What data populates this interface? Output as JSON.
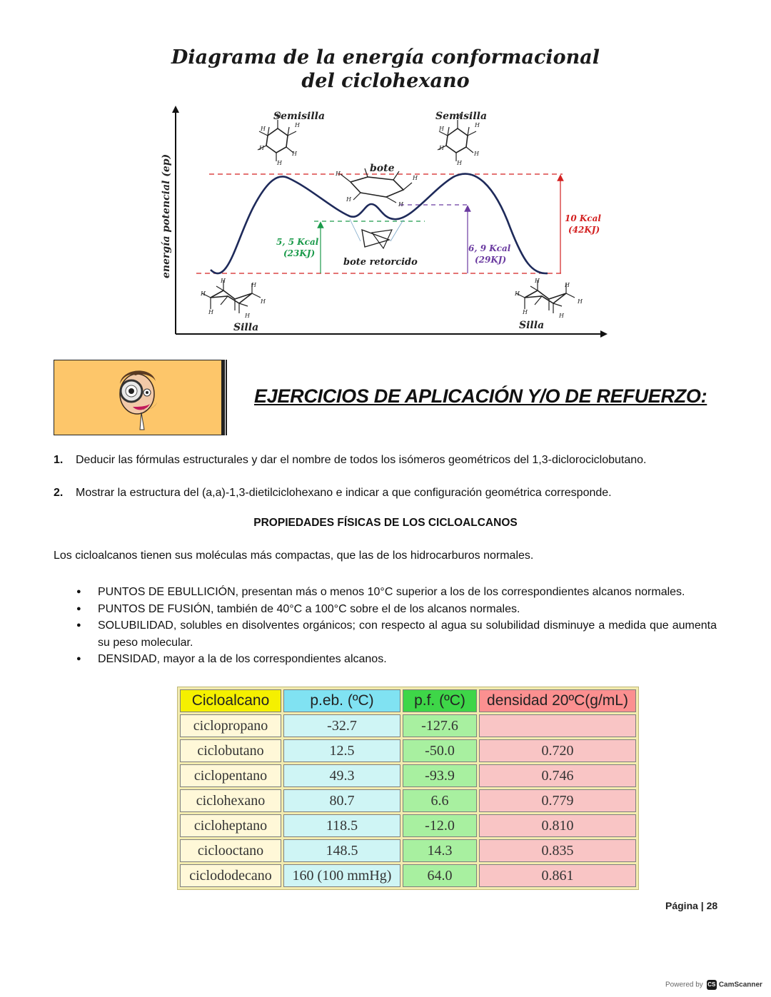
{
  "diagram": {
    "title_line1": "Diagrama de la energía conformacional",
    "title_line2": "del ciclohexano",
    "y_axis_label": "energía potencial (ep)",
    "labels": {
      "semisilla_left": "Semisilla",
      "semisilla_right": "Semisilla",
      "bote": "bote",
      "bote_retorcido": "bote retorcido",
      "silla_left": "Silla",
      "silla_right": "Silla"
    },
    "energies": {
      "green_value": "5, 5 Kcal",
      "green_kj": "(23KJ)",
      "purple_value": "6, 9 Kcal",
      "purple_kj": "(29KJ)",
      "red_value": "10 Kcal",
      "red_kj": "(42KJ)"
    },
    "atom_label": "H",
    "colors": {
      "curve": "#1e2a5a",
      "red": "#d32020",
      "green": "#1a9a4a",
      "purple": "#6a3aa0"
    }
  },
  "banner": {
    "heading": "EJERCICIOS DE APLICACIÓN Y/O DE REFUERZO:",
    "background": "#fdc66a"
  },
  "questions": [
    {
      "num": "1.",
      "text": "Deducir las fórmulas estructurales y dar el nombre de todos los isómeros geométricos del 1,3-diclorociclobutano."
    },
    {
      "num": "2.",
      "text": "Mostrar la estructura del (a,a)-1,3-dietilciclohexano e indicar a que configuración geométrica corresponde."
    }
  ],
  "section": {
    "heading": "PROPIEDADES FÍSICAS DE LOS CICLOALCANOS",
    "intro": "Los cicloalcanos tienen sus moléculas más compactas, que las de los hidrocarburos normales.",
    "bullets": [
      "PUNTOS DE EBULLICIÓN, presentan más o menos 10°C superior a los de los correspondientes alcanos normales.",
      "PUNTOS DE FUSIÓN, también de 40°C a 100°C sobre el de los alcanos normales.",
      "SOLUBILIDAD, solubles en disolventes orgánicos; con respecto al agua su solubilidad disminuye a medida que aumenta su peso molecular.",
      "DENSIDAD, mayor a la de los correspondientes alcanos."
    ]
  },
  "table": {
    "headers": [
      "Cicloalcano",
      "p.eb. (ºC)",
      "p.f. (ºC)",
      "densidad 20ºC(g/mL)"
    ],
    "rows": [
      [
        "ciclopropano",
        "-32.7",
        "-127.6",
        ""
      ],
      [
        "ciclobutano",
        "12.5",
        "-50.0",
        "0.720"
      ],
      [
        "ciclopentano",
        "49.3",
        "-93.9",
        "0.746"
      ],
      [
        "ciclohexano",
        "80.7",
        "6.6",
        "0.779"
      ],
      [
        "cicloheptano",
        "118.5",
        "-12.0",
        "0.810"
      ],
      [
        "ciclooctano",
        "148.5",
        "14.3",
        "0.835"
      ],
      [
        "ciclododecano",
        "160 (100 mmHg)",
        "64.0",
        "0.861"
      ]
    ]
  },
  "page": {
    "label": "Página | 28"
  },
  "footer": {
    "powered": "Powered by",
    "logo": "CS",
    "brand": "CamScanner"
  }
}
